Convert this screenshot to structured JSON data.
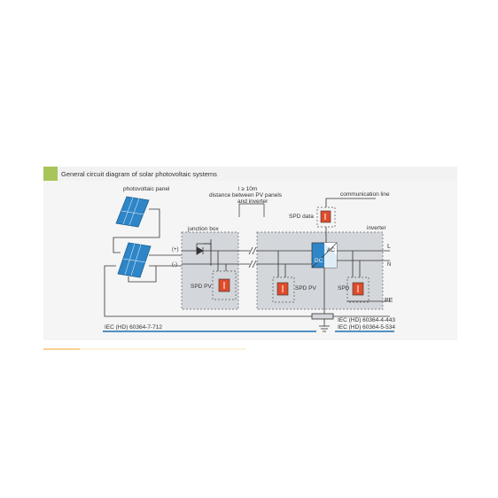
{
  "header": {
    "title": "General circuit diagram of solar photovoltaic systems"
  },
  "labels": {
    "photovoltaic_panel": "photovoltaic panel",
    "distance_line1": "l ≥ 10m",
    "distance_line2": "distance between PV panels",
    "distance_line3": "and inverter",
    "communication_line": "communication line",
    "spd_data": "SPD data",
    "junction_box": "junction box",
    "inverter": "inverter",
    "spd_pv_1": "SPD PV",
    "spd_pv_2": "SPD PV",
    "spd_3": "SPD",
    "plus": "(+)",
    "minus": "(-)",
    "dc": "DC",
    "ac": "AC",
    "L": "L",
    "N": "N",
    "PE": "PE",
    "iec_712": "IEC (HD) 60364-7-712",
    "iec_443": "IEC (HD) 60364-4-443",
    "iec_534": "IEC (HD) 60364-5-534"
  },
  "colors": {
    "header_bg": "#f2f2f2",
    "header_accent": "#a8c55a",
    "diagram_bg": "#f5f5f5",
    "box_fill": "#d3d6db",
    "panel_blue": "#2e86c8",
    "spd_red": "#e04b2a",
    "wire": "#333333",
    "iec_blue": "#1f6fb2",
    "footer_orange": "#f3b34a"
  }
}
